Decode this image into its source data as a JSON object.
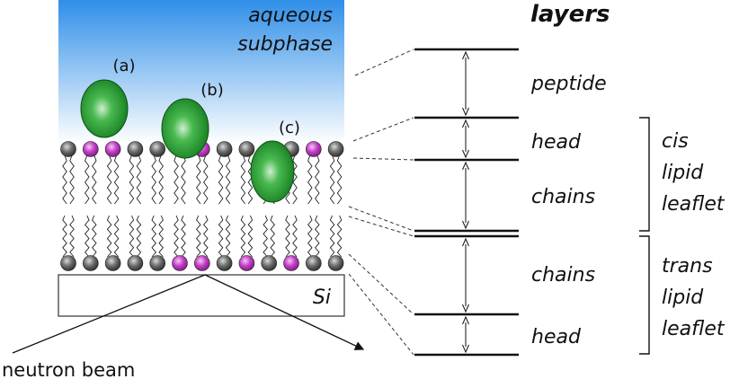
{
  "subphase_label_line1": "aqueous",
  "subphase_label_line2": "subphase",
  "substrate_label": "Si",
  "beam_label": "neutron beam",
  "layers_title": "layers",
  "peptides": [
    {
      "label": "(a)"
    },
    {
      "label": "(b)"
    },
    {
      "label": "(c)"
    }
  ],
  "layer_labels": {
    "peptide": "peptide",
    "cis_head": "head",
    "cis_chains": "chains",
    "trans_chains": "chains",
    "trans_head": "head"
  },
  "leaflets": {
    "cis": [
      "cis",
      "lipid",
      "leaflet"
    ],
    "trans": [
      "trans",
      "lipid",
      "leaflet"
    ]
  },
  "colors": {
    "water_top": "#2f8fe8",
    "water_bottom": "#ffffff",
    "peptide": "#1f9a2b",
    "head_grey": "#4d4d4d",
    "head_magenta": "#b02eb5"
  }
}
